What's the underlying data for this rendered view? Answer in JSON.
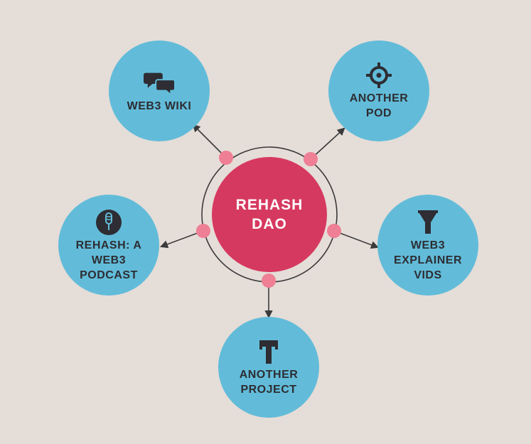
{
  "diagram": {
    "center": {
      "label": "REHASH\nDAO"
    },
    "nodes": [
      {
        "id": "web3-wiki",
        "label": "WEB3 WIKI",
        "icon": "chat-bubbles-icon"
      },
      {
        "id": "another-pod",
        "label": "ANOTHER\nPOD",
        "icon": "crosshair-icon"
      },
      {
        "id": "rehash-podcast",
        "label": "REHASH: A\nWEB3\nPODCAST",
        "icon": "microphone-icon"
      },
      {
        "id": "web3-explainer-vids",
        "label": "WEB3\nEXPLAINER\nVIDS",
        "icon": "funnel-icon"
      },
      {
        "id": "another-project",
        "label": "ANOTHER\nPROJECT",
        "icon": "t-shaped-tool-icon"
      }
    ],
    "colors": {
      "background": "#e5ddd8",
      "center": "#d6395f",
      "satellite": "#62bcd9",
      "connector_dot": "#ee7f95",
      "lines": "#3a3a3a"
    }
  }
}
